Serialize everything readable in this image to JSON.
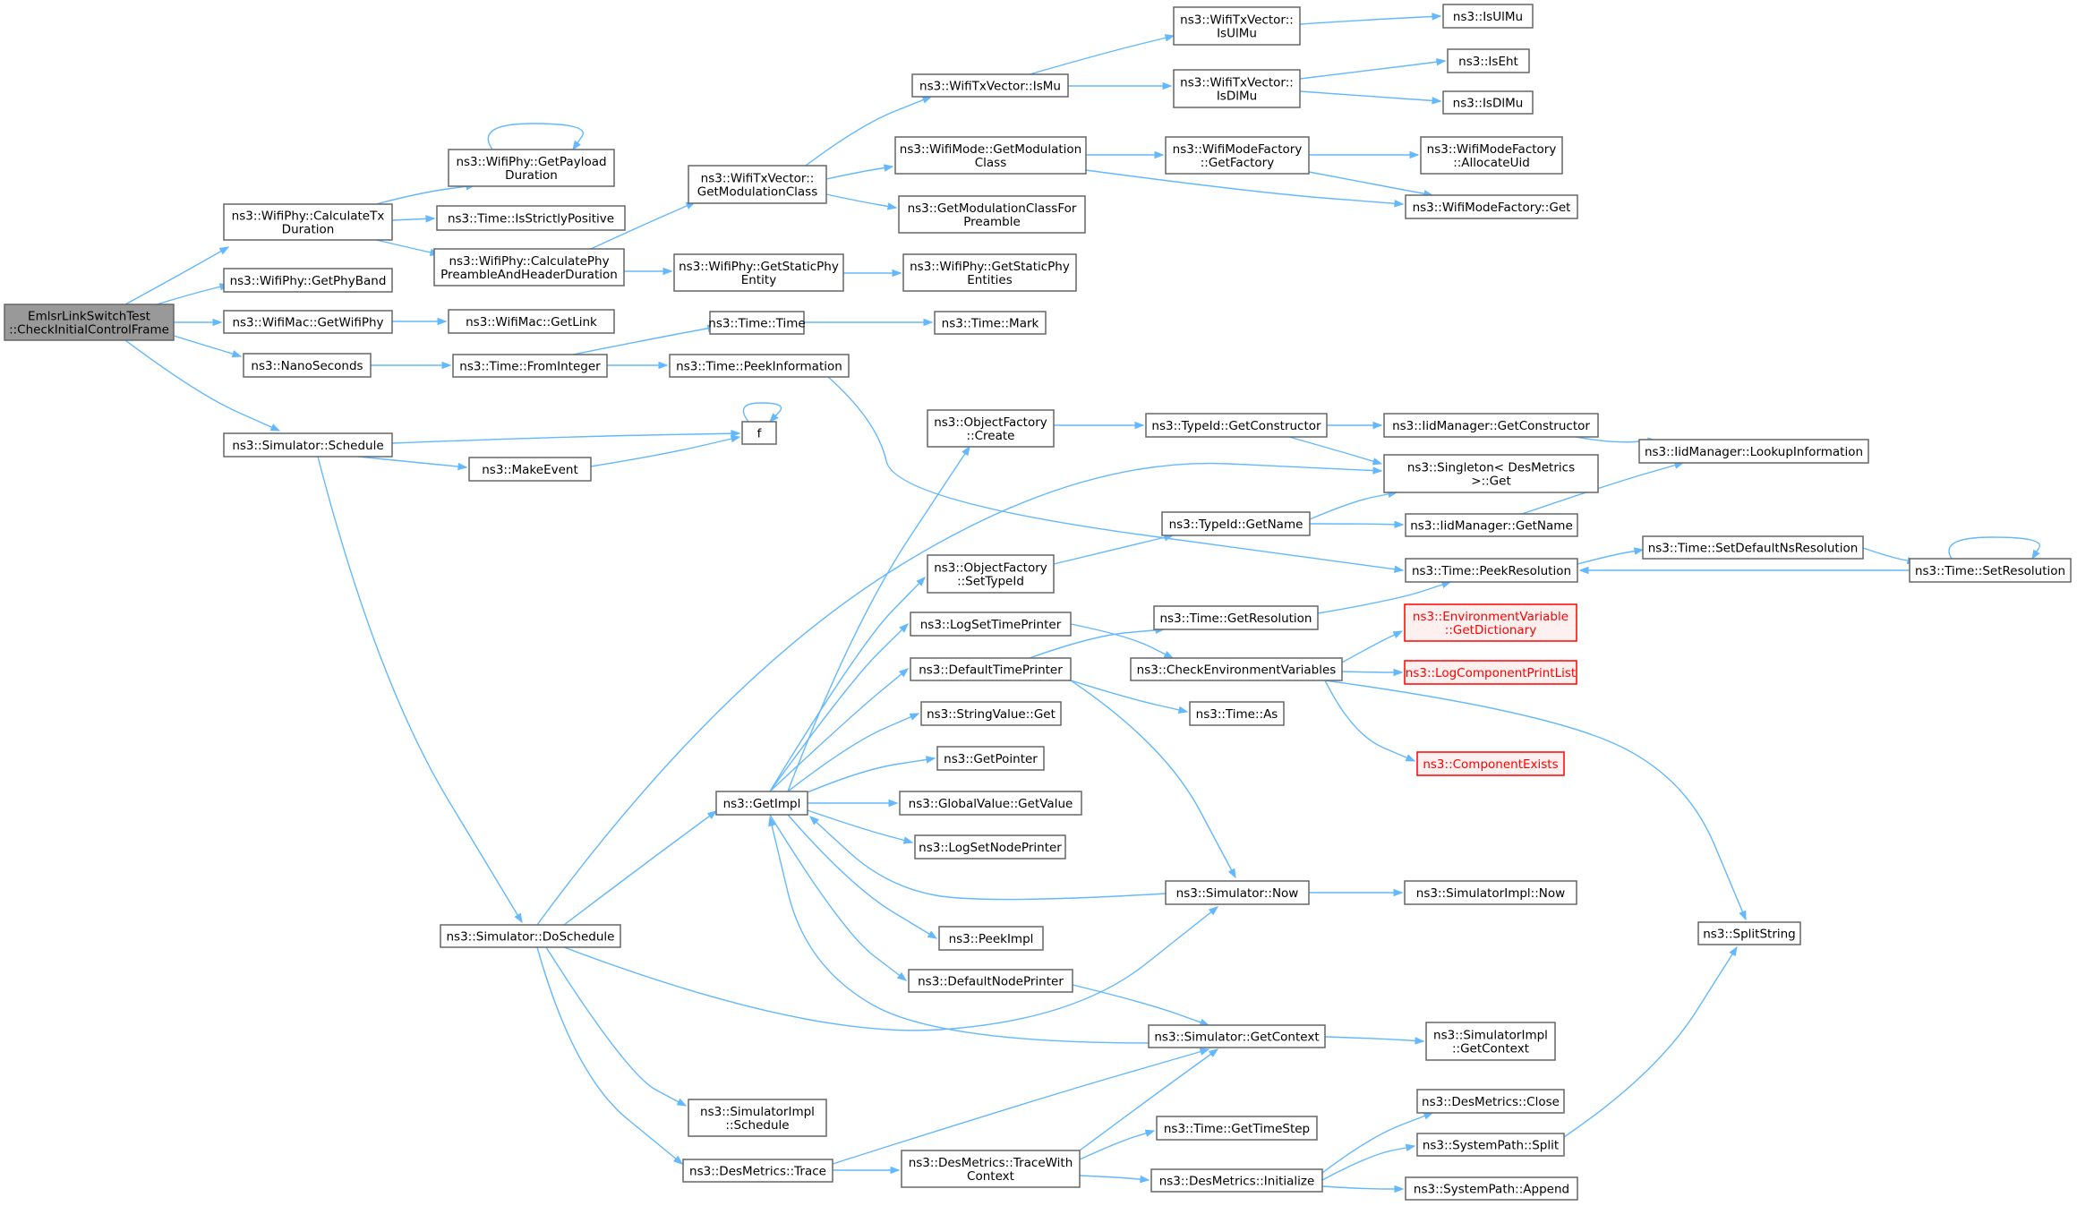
{
  "graph": {
    "edge_color": "#63b8ff",
    "node_border_color": "#666666",
    "root_fill_color": "#999999",
    "missing_color": "#ff0000",
    "nodes": [
      {
        "id": "root",
        "lines": [
          "EmlsrLinkSwitchTest",
          "::CheckInitialControlFrame"
        ],
        "style": "root"
      },
      {
        "id": "calcTx",
        "lines": [
          "ns3::WifiPhy::CalculateTx",
          "Duration"
        ]
      },
      {
        "id": "getPayload",
        "lines": [
          "ns3::WifiPhy::GetPayload",
          "Duration"
        ]
      },
      {
        "id": "isStrictly",
        "lines": [
          "ns3::Time::IsStrictlyPositive"
        ]
      },
      {
        "id": "calcPhy",
        "lines": [
          "ns3::WifiPhy::CalculatePhy",
          "PreambleAndHeaderDuration"
        ]
      },
      {
        "id": "getPhyBand",
        "lines": [
          "ns3::WifiPhy::GetPhyBand"
        ]
      },
      {
        "id": "getWifiPhy",
        "lines": [
          "ns3::WifiMac::GetWifiPhy"
        ]
      },
      {
        "id": "getLink",
        "lines": [
          "ns3::WifiMac::GetLink"
        ]
      },
      {
        "id": "nano",
        "lines": [
          "ns3::NanoSeconds"
        ]
      },
      {
        "id": "fromInt",
        "lines": [
          "ns3::Time::FromInteger"
        ]
      },
      {
        "id": "schedule",
        "lines": [
          "ns3::Simulator::Schedule"
        ]
      },
      {
        "id": "f",
        "lines": [
          "f"
        ]
      },
      {
        "id": "makeEvent",
        "lines": [
          "ns3::MakeEvent"
        ]
      },
      {
        "id": "doSched",
        "lines": [
          "ns3::Simulator::DoSchedule"
        ]
      },
      {
        "id": "txGetMod",
        "lines": [
          "ns3::WifiTxVector::",
          "GetModulationClass"
        ]
      },
      {
        "id": "staticPhy",
        "lines": [
          "ns3::WifiPhy::GetStaticPhy",
          "Entity"
        ]
      },
      {
        "id": "timeTime",
        "lines": [
          "ns3::Time::Time"
        ]
      },
      {
        "id": "peekInfo",
        "lines": [
          "ns3::Time::PeekInformation"
        ]
      },
      {
        "id": "isMu",
        "lines": [
          "ns3::WifiTxVector::IsMu"
        ]
      },
      {
        "id": "modGetMod",
        "lines": [
          "ns3::WifiMode::GetModulation",
          "Class"
        ]
      },
      {
        "id": "getModPre",
        "lines": [
          "ns3::GetModulationClassFor",
          "Preamble"
        ]
      },
      {
        "id": "staticPhyEnt",
        "lines": [
          "ns3::WifiPhy::GetStaticPhy",
          "Entities"
        ]
      },
      {
        "id": "timeMark",
        "lines": [
          "ns3::Time::Mark"
        ]
      },
      {
        "id": "isUlMuTx",
        "lines": [
          "ns3::WifiTxVector::",
          "IsUlMu"
        ]
      },
      {
        "id": "isDlMuTx",
        "lines": [
          "ns3::WifiTxVector::",
          "IsDlMu"
        ]
      },
      {
        "id": "getFactory",
        "lines": [
          "ns3::WifiModeFactory",
          "::GetFactory"
        ]
      },
      {
        "id": "isUlMu",
        "lines": [
          "ns3::IsUlMu"
        ]
      },
      {
        "id": "isEht",
        "lines": [
          "ns3::IsEht"
        ]
      },
      {
        "id": "isDlMu",
        "lines": [
          "ns3::IsDlMu"
        ]
      },
      {
        "id": "allocUid",
        "lines": [
          "ns3::WifiModeFactory",
          "::AllocateUid"
        ]
      },
      {
        "id": "wmfGet",
        "lines": [
          "ns3::WifiModeFactory::Get"
        ]
      },
      {
        "id": "ofCreate",
        "lines": [
          "ns3::ObjectFactory",
          "::Create"
        ]
      },
      {
        "id": "getCtor",
        "lines": [
          "ns3::TypeId::GetConstructor"
        ]
      },
      {
        "id": "iidGetCtor",
        "lines": [
          "ns3::IidManager::GetConstructor"
        ]
      },
      {
        "id": "lookup",
        "lines": [
          "ns3::IidManager::LookupInformation"
        ]
      },
      {
        "id": "singleton",
        "lines": [
          "ns3::Singleton< DesMetrics",
          " >::Get"
        ]
      },
      {
        "id": "ofSetType",
        "lines": [
          "ns3::ObjectFactory",
          "::SetTypeId"
        ]
      },
      {
        "id": "getName",
        "lines": [
          "ns3::TypeId::GetName"
        ]
      },
      {
        "id": "iidGetName",
        "lines": [
          "ns3::IidManager::GetName"
        ]
      },
      {
        "id": "peekRes",
        "lines": [
          "ns3::Time::PeekResolution"
        ]
      },
      {
        "id": "setDefNs",
        "lines": [
          "ns3::Time::SetDefaultNsResolution"
        ]
      },
      {
        "id": "setRes",
        "lines": [
          "ns3::Time::SetResolution"
        ]
      },
      {
        "id": "logSetTime",
        "lines": [
          "ns3::LogSetTimePrinter"
        ]
      },
      {
        "id": "getRes",
        "lines": [
          "ns3::Time::GetResolution"
        ]
      },
      {
        "id": "envDict",
        "lines": [
          "ns3::EnvironmentVariable",
          "::GetDictionary"
        ],
        "style": "missing"
      },
      {
        "id": "defTimePr",
        "lines": [
          "ns3::DefaultTimePrinter"
        ]
      },
      {
        "id": "checkEnv",
        "lines": [
          "ns3::CheckEnvironmentVariables"
        ]
      },
      {
        "id": "logCompPL",
        "lines": [
          "ns3::LogComponentPrintList"
        ],
        "style": "missing"
      },
      {
        "id": "strGet",
        "lines": [
          "ns3::StringValue::Get"
        ]
      },
      {
        "id": "timeAs",
        "lines": [
          "ns3::Time::As"
        ]
      },
      {
        "id": "getPtr",
        "lines": [
          "ns3::GetPointer"
        ]
      },
      {
        "id": "compExists",
        "lines": [
          "ns3::ComponentExists"
        ],
        "style": "missing"
      },
      {
        "id": "getImpl",
        "lines": [
          "ns3::GetImpl"
        ]
      },
      {
        "id": "gvGet",
        "lines": [
          "ns3::GlobalValue::GetValue"
        ]
      },
      {
        "id": "logSetNode",
        "lines": [
          "ns3::LogSetNodePrinter"
        ]
      },
      {
        "id": "simNow",
        "lines": [
          "ns3::Simulator::Now"
        ]
      },
      {
        "id": "simImplNow",
        "lines": [
          "ns3::SimulatorImpl::Now"
        ]
      },
      {
        "id": "splitStr",
        "lines": [
          "ns3::SplitString"
        ]
      },
      {
        "id": "peekImpl",
        "lines": [
          "ns3::PeekImpl"
        ]
      },
      {
        "id": "defNodePr",
        "lines": [
          "ns3::DefaultNodePrinter"
        ]
      },
      {
        "id": "getCtx",
        "lines": [
          "ns3::Simulator::GetContext"
        ]
      },
      {
        "id": "implGetCtx",
        "lines": [
          "ns3::SimulatorImpl",
          "::GetContext"
        ]
      },
      {
        "id": "implSched",
        "lines": [
          "ns3::SimulatorImpl",
          "::Schedule"
        ]
      },
      {
        "id": "dmClose",
        "lines": [
          "ns3::DesMetrics::Close"
        ]
      },
      {
        "id": "timeGetStep",
        "lines": [
          "ns3::Time::GetTimeStep"
        ]
      },
      {
        "id": "spSplit",
        "lines": [
          "ns3::SystemPath::Split"
        ]
      },
      {
        "id": "dmTrace",
        "lines": [
          "ns3::DesMetrics::Trace"
        ]
      },
      {
        "id": "dmTraceCtx",
        "lines": [
          "ns3::DesMetrics::TraceWith",
          "Context"
        ]
      },
      {
        "id": "dmInit",
        "lines": [
          "ns3::DesMetrics::Initialize"
        ]
      },
      {
        "id": "spAppend",
        "lines": [
          "ns3::SystemPath::Append"
        ]
      }
    ]
  }
}
